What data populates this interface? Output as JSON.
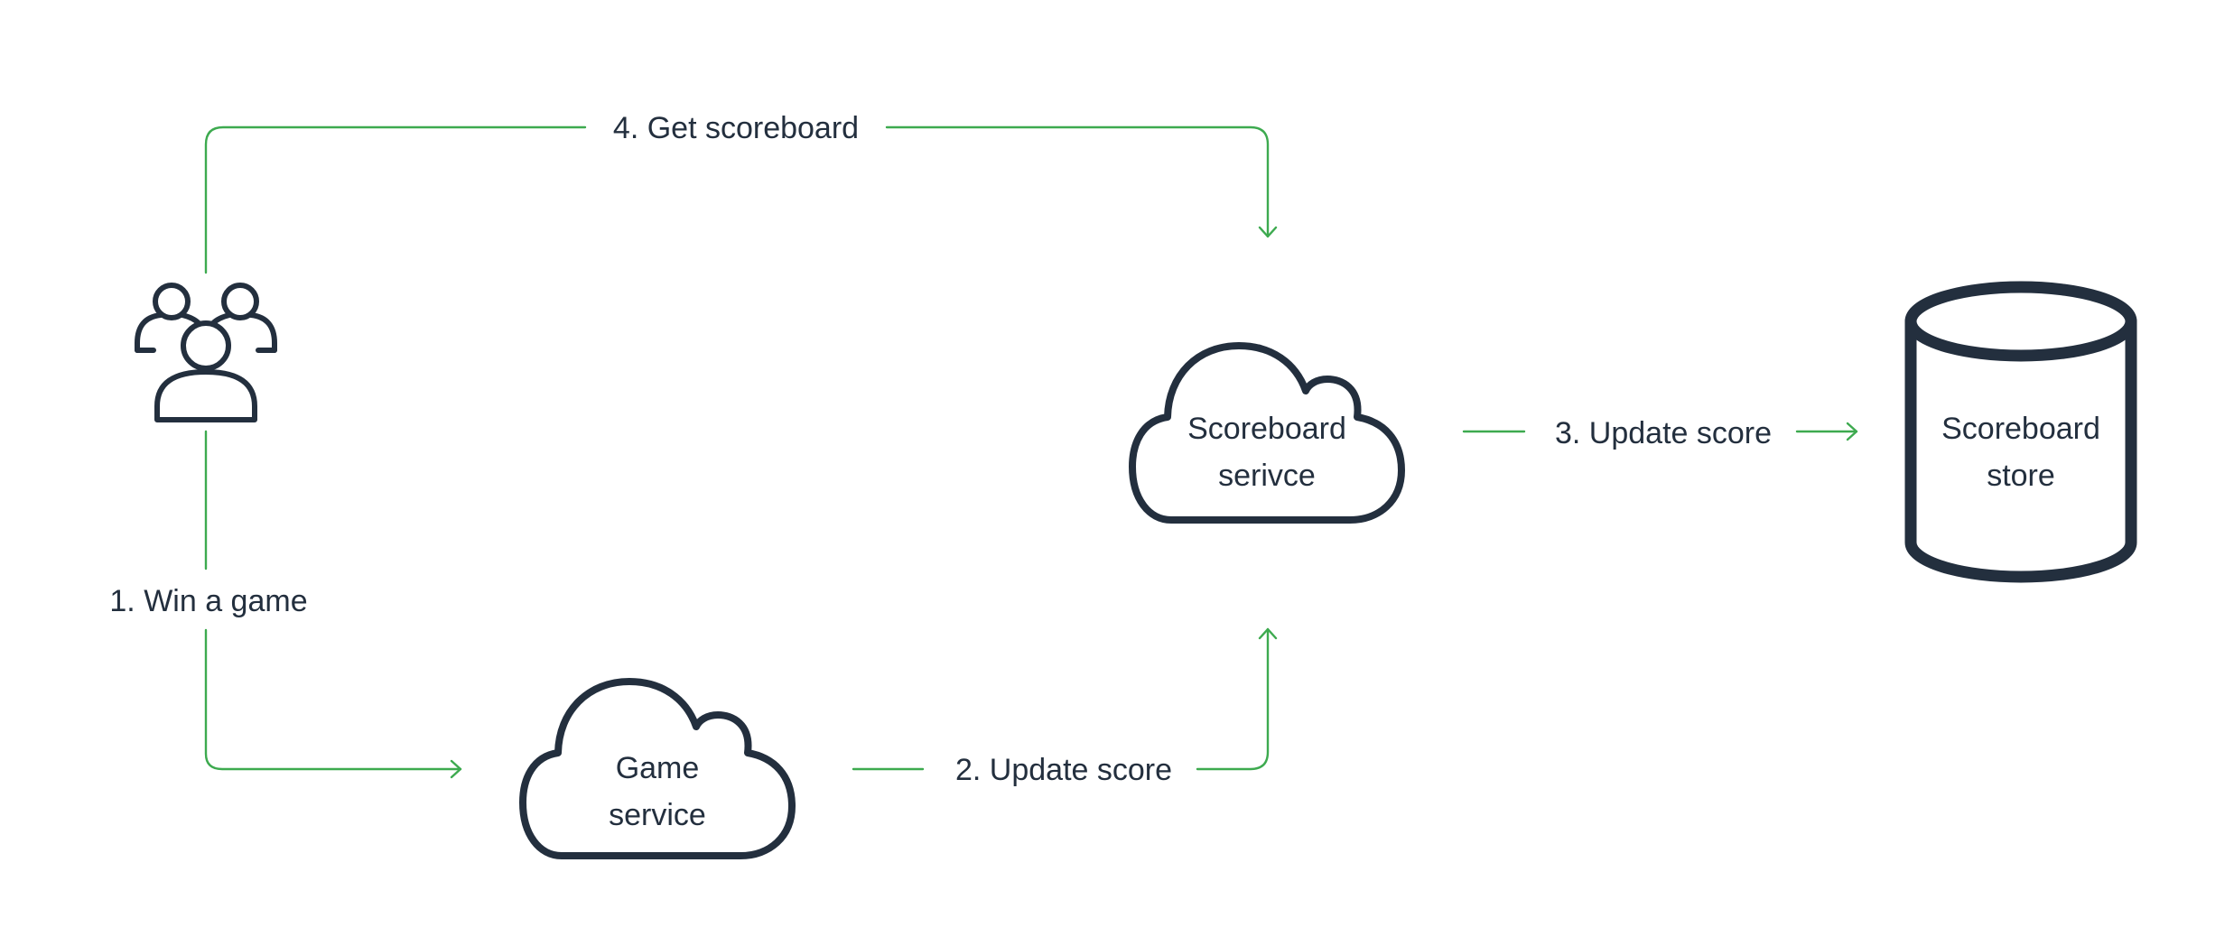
{
  "colors": {
    "arrow": "#3daa4f",
    "shape_stroke": "#232f3e",
    "text": "#232f3e",
    "background": "#ffffff"
  },
  "nodes": {
    "users": {
      "icon": "users-group-icon"
    },
    "game_service": {
      "icon": "cloud-icon",
      "line1": "Game",
      "line2": "service"
    },
    "scoreboard_service": {
      "icon": "cloud-icon",
      "line1": "Scoreboard",
      "line2": "serivce"
    },
    "scoreboard_store": {
      "icon": "database-cylinder-icon",
      "line1": "Scoreboard",
      "line2": "store"
    }
  },
  "edges": {
    "win_game": {
      "label": "1. Win a game"
    },
    "update_score_game": {
      "label": "2. Update score"
    },
    "update_score_store": {
      "label": "3. Update score"
    },
    "get_scoreboard": {
      "label": "4. Get scoreboard"
    }
  }
}
